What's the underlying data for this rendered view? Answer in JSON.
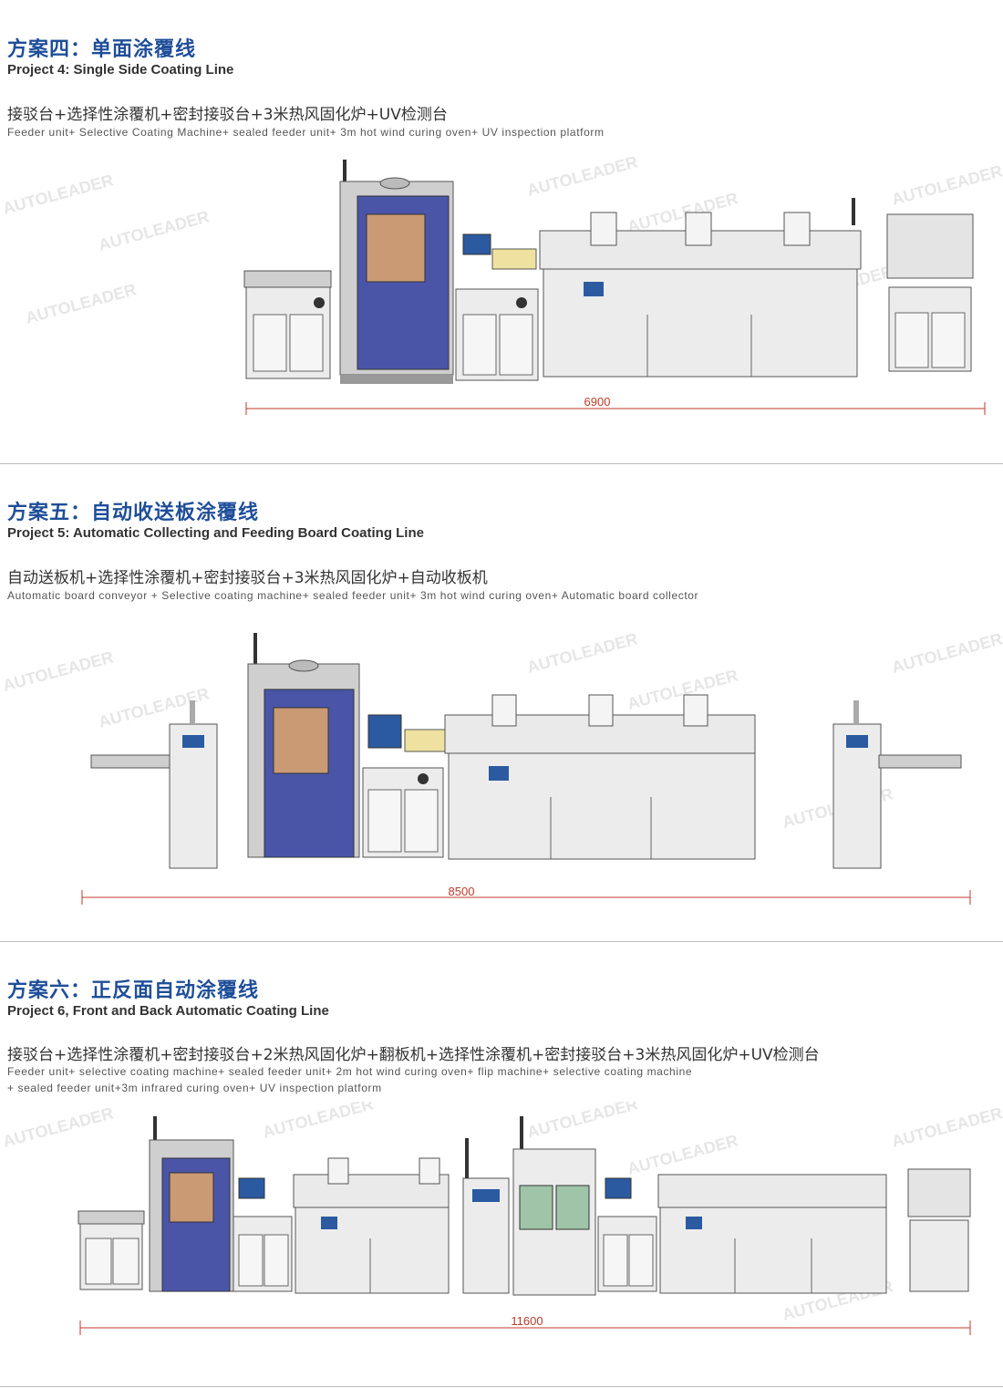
{
  "brand": {
    "watermark": "AUTOLEADER"
  },
  "colors": {
    "title": "#1f4e99",
    "dimension": "#c0392b",
    "cabinet_blue": "#4a55a8",
    "machine_gray": "#e8e8e8"
  },
  "sections": [
    {
      "title_cn": "方案四：单面涂覆线",
      "title_en": "Project 4: Single Side Coating Line",
      "desc_cn": "接驳台+选择性涂覆机+密封接驳台+3米热风固化炉+UV检测台",
      "desc_en": "Feeder unit+ Selective Coating Machine+ sealed feeder unit+ 3m hot wind curing oven+ UV inspection platform",
      "dimension": "6900"
    },
    {
      "title_cn": "方案五：自动收送板涂覆线",
      "title_en": "Project 5: Automatic Collecting and Feeding Board Coating Line",
      "desc_cn": "自动送板机+选择性涂覆机+密封接驳台+3米热风固化炉+自动收板机",
      "desc_en": "Automatic board conveyor + Selective coating machine+ sealed feeder unit+ 3m hot wind curing oven+ Automatic board collector",
      "dimension": "8500"
    },
    {
      "title_cn": "方案六：正反面自动涂覆线",
      "title_en": "Project 6, Front and Back Automatic Coating Line",
      "desc_cn": "接驳台+选择性涂覆机+密封接驳台+2米热风固化炉+翻板机+选择性涂覆机+密封接驳台+3米热风固化炉+UV检测台",
      "desc_en_line1": "Feeder unit+ selective coating machine+ sealed feeder unit+ 2m hot wind curing oven+ flip machine+ selective coating machine",
      "desc_en_line2": "+ sealed feeder unit+3m infrared curing oven+ UV inspection platform",
      "dimension": "11600"
    }
  ]
}
